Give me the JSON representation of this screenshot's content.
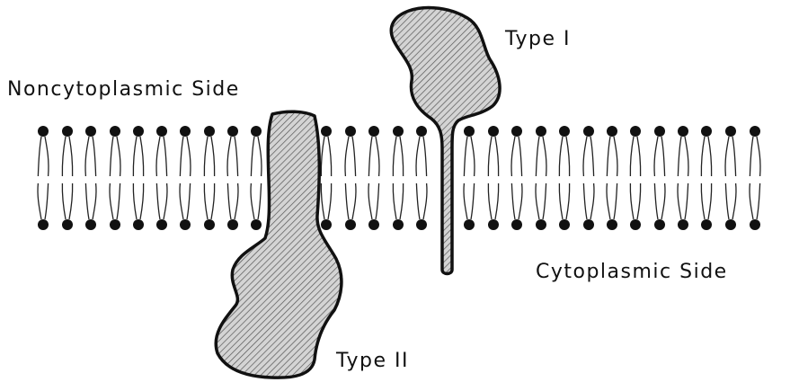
{
  "labels": {
    "noncytoplasmic": "Noncytoplasmic Side",
    "cytoplasmic": "Cytoplasmic Side",
    "type_i": "Type I",
    "type_ii": "Type II"
  },
  "colors": {
    "ink": "#111111",
    "hatch_fill": "#d4d4d4",
    "hatch_line": "#555555",
    "background": "#ffffff"
  }
}
